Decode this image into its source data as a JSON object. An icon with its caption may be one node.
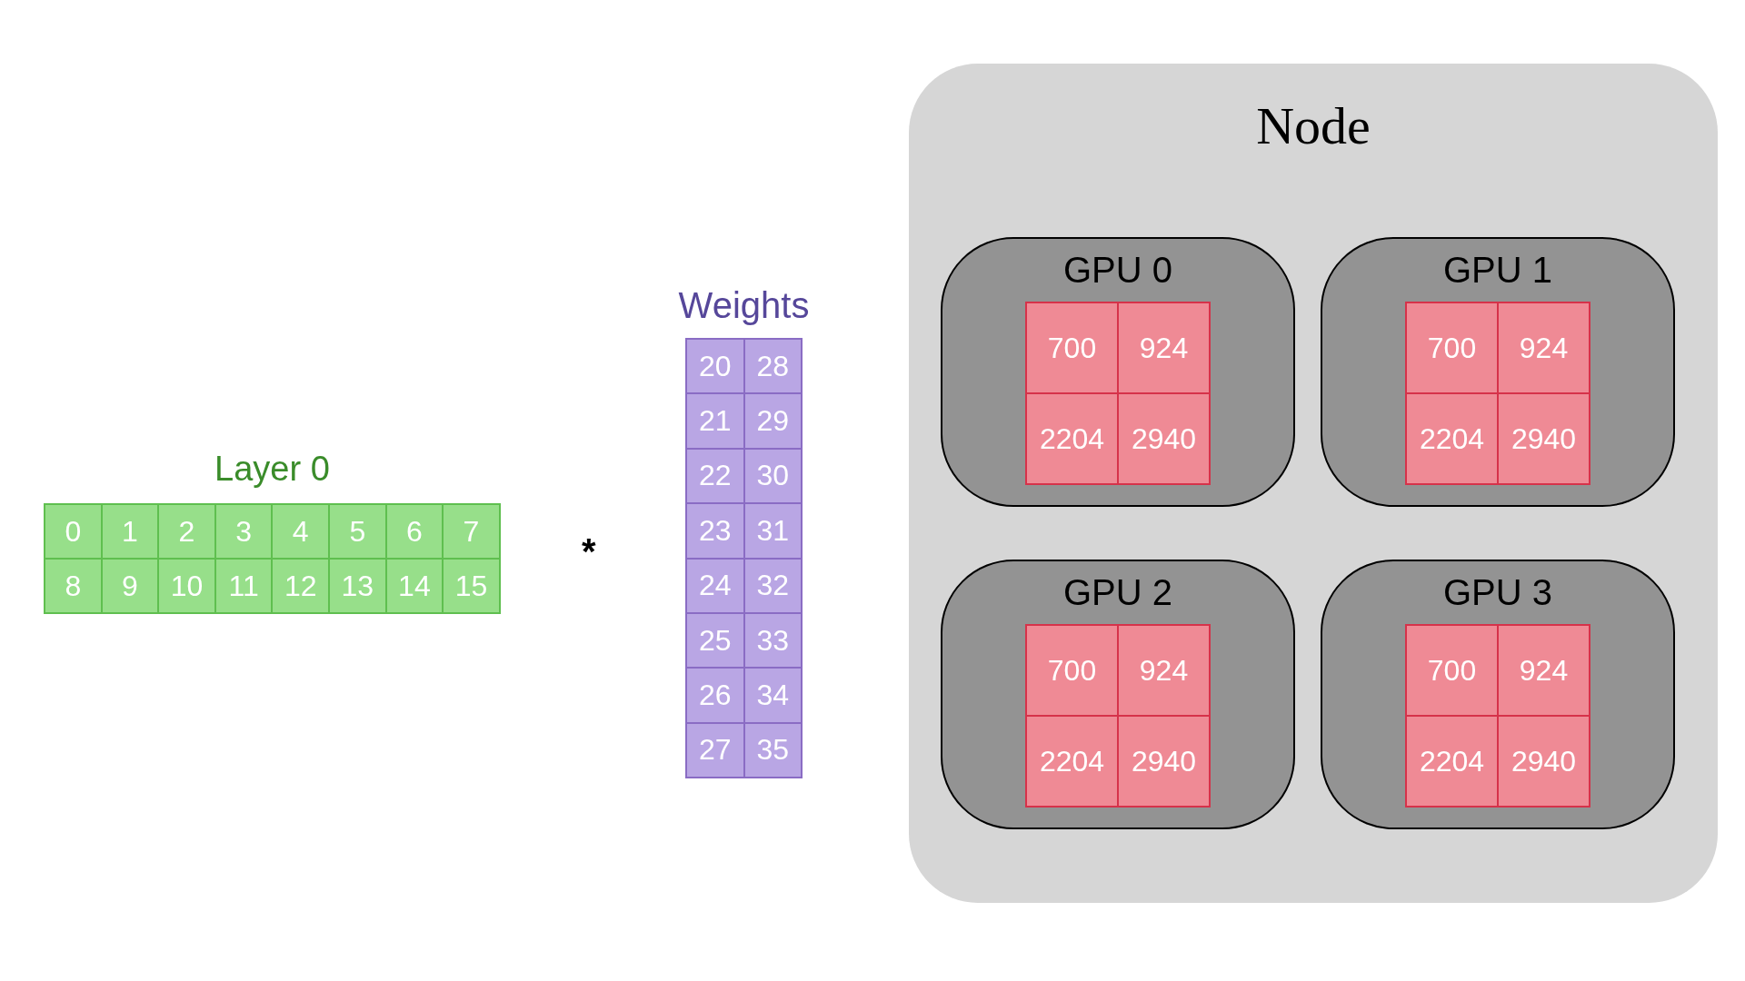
{
  "diagram": {
    "nodes": [
      {
        "text": [
          "Layer 0",
          "0",
          "1",
          "2",
          "3",
          "4",
          "5",
          "6",
          "7",
          "8",
          "9",
          "10",
          "11",
          "12",
          "13",
          "14",
          "15"
        ]
      },
      {
        "text": [
          "Weights",
          "20",
          "28",
          "21",
          "29",
          "22",
          "30",
          "23",
          "31",
          "24",
          "32",
          "25",
          "33",
          "26",
          "34",
          "27",
          "35"
        ]
      },
      {
        "text": [
          "Node"
        ]
      },
      {
        "text": [
          "GPU 0",
          "700",
          "924",
          "2204",
          "2940"
        ],
        "in": 2
      },
      {
        "text": [
          "GPU 1",
          "700",
          "924",
          "2204",
          "2940"
        ],
        "in": 2
      },
      {
        "text": [
          "GPU 2",
          "700",
          "924",
          "2204",
          "2940"
        ],
        "in": 2
      },
      {
        "text": [
          "GPU 3",
          "700",
          "924",
          "2204",
          "2940"
        ],
        "in": 2
      }
    ],
    "labels": [
      "*"
    ]
  }
}
